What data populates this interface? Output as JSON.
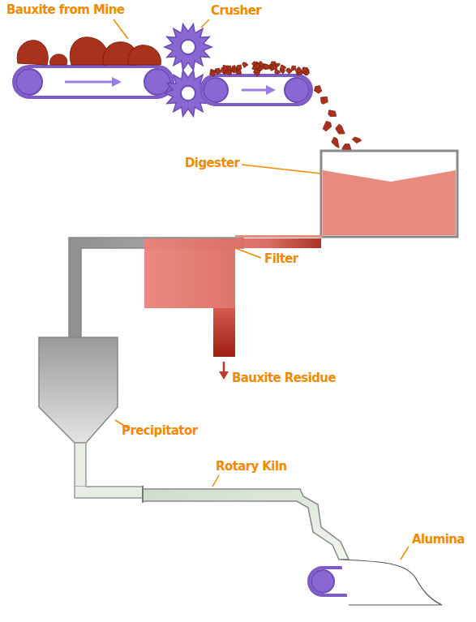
{
  "diagram": {
    "labels": [
      "Bauxite from Mine",
      "Crusher",
      "Digester",
      "Filter",
      "Bauxite Residue",
      "Precipitator",
      "Rotary Kiln",
      "Alumina"
    ]
  }
}
